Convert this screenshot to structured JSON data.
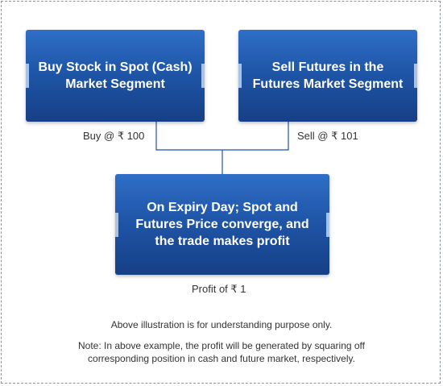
{
  "boxes": {
    "spot": "Buy Stock in Spot (Cash) Market Segment",
    "futures": "Sell Futures in the Futures Market Segment",
    "expiry": "On Expiry Day; Spot and Futures Price converge, and the trade makes profit"
  },
  "labels": {
    "buy": "Buy @ ₹ 100",
    "sell": "Sell @ ₹ 101",
    "profit": "Profit of ₹ 1"
  },
  "notes": {
    "disclaimer": "Above illustration is for understanding purpose only.",
    "note_line1": "Note: In above example, the profit will be generated by squaring off",
    "note_line2": "corresponding position in cash and future market, respectively."
  },
  "colors": {
    "box_top": "#2f6fc8",
    "box_bottom": "#163f86",
    "connector": "#1f56a8",
    "frame_border": "#8a93a8"
  }
}
